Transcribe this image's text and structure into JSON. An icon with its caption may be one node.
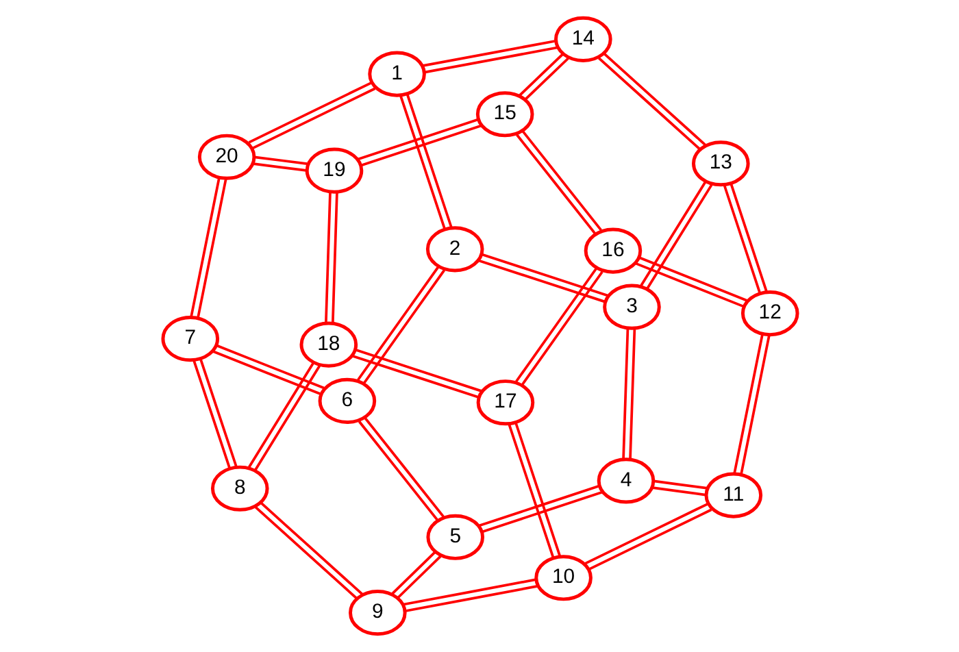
{
  "diagram": {
    "nodes": [
      {
        "text": [
          "1"
        ]
      },
      {
        "text": [
          "2"
        ]
      },
      {
        "text": [
          "3"
        ]
      },
      {
        "text": [
          "4"
        ]
      },
      {
        "text": [
          "5"
        ]
      },
      {
        "text": [
          "6"
        ]
      },
      {
        "text": [
          "7"
        ]
      },
      {
        "text": [
          "8"
        ]
      },
      {
        "text": [
          "9"
        ]
      },
      {
        "text": [
          "10"
        ]
      },
      {
        "text": [
          "11"
        ]
      },
      {
        "text": [
          "12"
        ]
      },
      {
        "text": [
          "13"
        ]
      },
      {
        "text": [
          "14"
        ]
      },
      {
        "text": [
          "15"
        ]
      },
      {
        "text": [
          "16"
        ]
      },
      {
        "text": [
          "17"
        ]
      },
      {
        "text": [
          "18"
        ]
      },
      {
        "text": [
          "19"
        ]
      },
      {
        "text": [
          "20"
        ]
      }
    ],
    "edges": [
      {
        "from": 1,
        "to": 2,
        "arrow": "none"
      },
      {
        "from": 2,
        "to": 3,
        "arrow": "none"
      },
      {
        "from": 3,
        "to": 4,
        "arrow": "none"
      },
      {
        "from": 4,
        "to": 5,
        "arrow": "none"
      },
      {
        "from": 5,
        "to": 1,
        "arrow": "none"
      },
      {
        "from": 2,
        "to": 12,
        "arrow": "none"
      },
      {
        "from": 3,
        "to": 10,
        "arrow": "none"
      },
      {
        "from": 4,
        "to": 8,
        "arrow": "none"
      },
      {
        "from": 5,
        "to": 6,
        "arrow": "none"
      },
      {
        "from": 1,
        "to": 0,
        "arrow": "none"
      },
      {
        "from": 0,
        "to": 13,
        "arrow": "none"
      },
      {
        "from": 13,
        "to": 12,
        "arrow": "none"
      },
      {
        "from": 12,
        "to": 11,
        "arrow": "none"
      },
      {
        "from": 11,
        "to": 10,
        "arrow": "none"
      },
      {
        "from": 10,
        "to": 9,
        "arrow": "none"
      },
      {
        "from": 9,
        "to": 8,
        "arrow": "none"
      },
      {
        "from": 8,
        "to": 7,
        "arrow": "none"
      },
      {
        "from": 7,
        "to": 6,
        "arrow": "none"
      },
      {
        "from": 6,
        "to": 19,
        "arrow": "none"
      },
      {
        "from": 19,
        "to": 0,
        "arrow": "none"
      },
      {
        "from": 13,
        "to": 14,
        "arrow": "none"
      },
      {
        "from": 11,
        "to": 15,
        "arrow": "none"
      },
      {
        "from": 9,
        "to": 16,
        "arrow": "none"
      },
      {
        "from": 7,
        "to": 17,
        "arrow": "none"
      },
      {
        "from": 19,
        "to": 18,
        "arrow": "none"
      },
      {
        "from": 14,
        "to": 15,
        "arrow": "none"
      },
      {
        "from": 15,
        "to": 16,
        "arrow": "none"
      },
      {
        "from": 16,
        "to": 17,
        "arrow": "none"
      },
      {
        "from": 17,
        "to": 18,
        "arrow": "none"
      },
      {
        "from": 18,
        "to": 14,
        "arrow": "none"
      }
    ]
  }
}
